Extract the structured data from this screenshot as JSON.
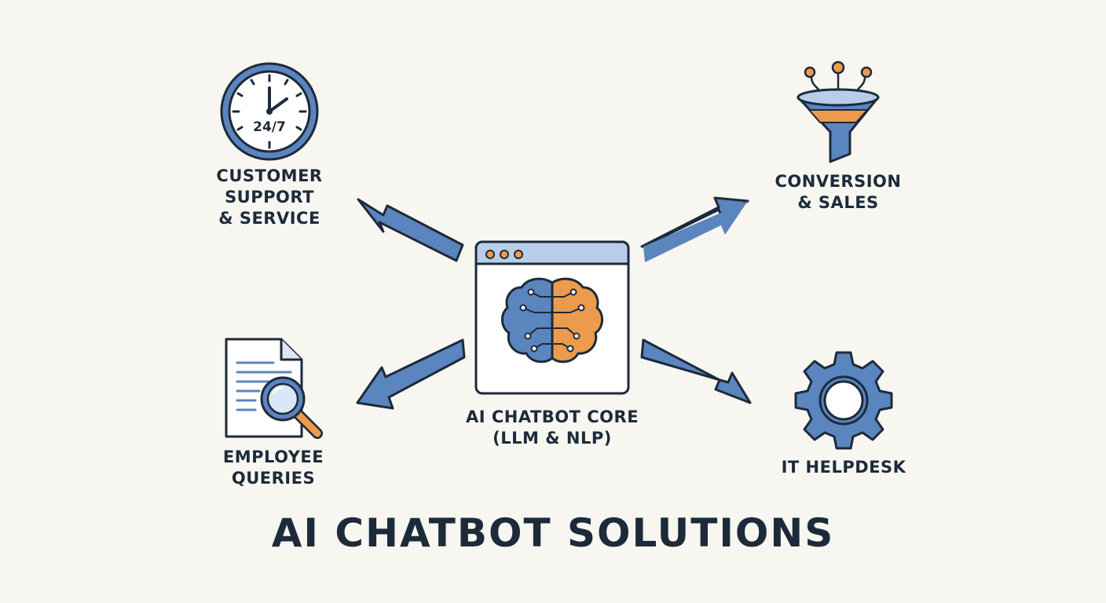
{
  "title": "AI CHATBOT SOLUTIONS",
  "core": {
    "line1": "AI CHATBOT CORE",
    "line2": "(LLM & NLP)",
    "icon": "brain-in-browser-window-icon"
  },
  "nodes": {
    "customer_support": {
      "lines": [
        "CUSTOMER",
        "SUPPORT",
        "& SERVICE"
      ],
      "clock_text": "24/7",
      "icon": "clock-icon"
    },
    "conversion_sales": {
      "lines": [
        "CONVERSION",
        "& SALES"
      ],
      "icon": "funnel-icon"
    },
    "employee_queries": {
      "lines": [
        "EMPLOYEE",
        "QUERIES"
      ],
      "icon": "document-search-icon"
    },
    "it_helpdesk": {
      "lines": [
        "IT HELPDESK"
      ],
      "icon": "gear-icon"
    }
  },
  "colors": {
    "background": "#f7f6f0",
    "blue": "#5b85bf",
    "orange": "#ec9b4c",
    "outline": "#1d2a3a",
    "text": "#1d2a3a"
  }
}
